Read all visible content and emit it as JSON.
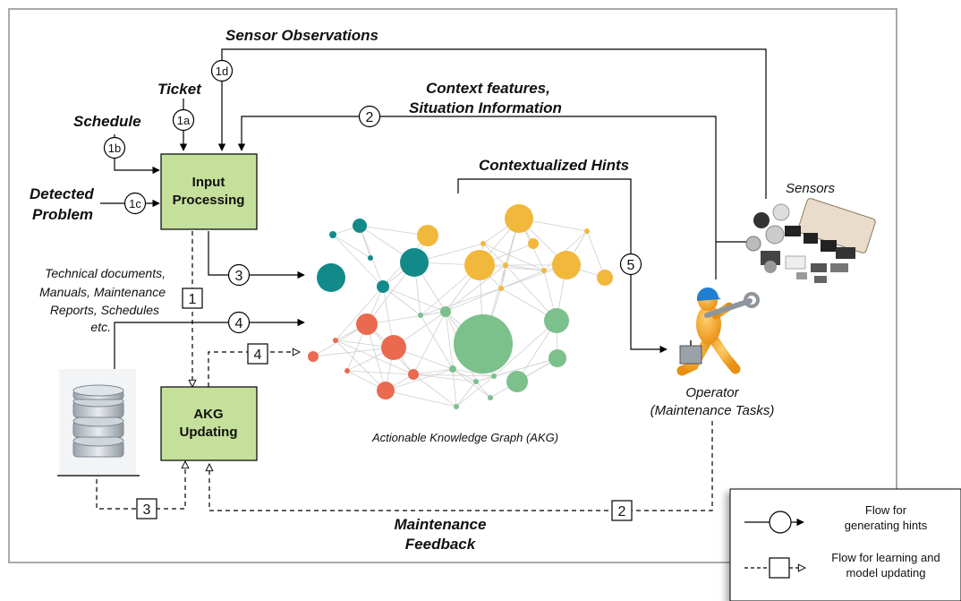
{
  "labels": {
    "sensor_observations": "Sensor Observations",
    "ticket": "Ticket",
    "schedule": "Schedule",
    "detected_problem_1": "Detected",
    "detected_problem_2": "Problem",
    "context_1": "Context features,",
    "context_2": "Situation Information",
    "contextualized_hints": "Contextualized Hints",
    "sensors": "Sensors",
    "input_processing_1": "Input",
    "input_processing_2": "Processing",
    "akg_updating_1": "AKG",
    "akg_updating_2": "Updating",
    "tech_docs": [
      "Technical documents,",
      "Manuals, Maintenance",
      "Reports, Schedules",
      "etc."
    ],
    "akg_caption": "Actionable Knowledge Graph (AKG)",
    "operator_1": "Operator",
    "operator_2": "(Maintenance Tasks)",
    "feedback_1": "Maintenance",
    "feedback_2": "Feedback"
  },
  "markers": {
    "m1a": "1a",
    "m1b": "1b",
    "m1c": "1c",
    "m1d": "1d",
    "m2": "2",
    "m3": "3",
    "m4": "4",
    "m5": "5",
    "s1": "1",
    "s2": "2",
    "s3": "3",
    "s4": "4"
  },
  "legend": {
    "solid_1": "Flow for",
    "solid_2": "generating hints",
    "dashed_1": "Flow for learning and",
    "dashed_2": "model updating"
  },
  "colors": {
    "process_box": "#c5e09b",
    "teal": "#138a8a",
    "orange": "#f2b83c",
    "red": "#e96a4e",
    "green": "#7cc08c",
    "border": "#aaaaaa"
  }
}
